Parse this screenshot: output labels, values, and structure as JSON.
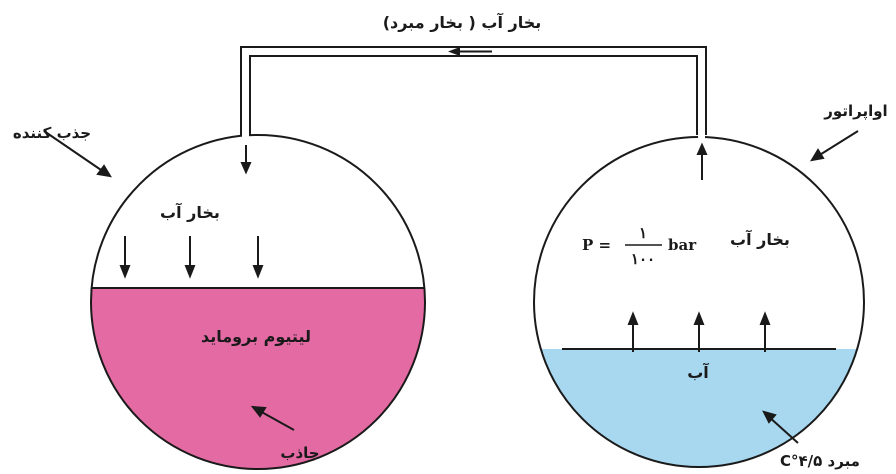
{
  "labels": {
    "top_pipe": "بخار آب ( بخار مبرد)",
    "absorber_title": "جذب کننده",
    "evaporator_title": "اواپراتور",
    "absorber_vapor": "بخار آب",
    "evaporator_vapor": "بخار آب",
    "absorber_liquid": "لیتیوم برومايد",
    "evaporator_liquid": "آب",
    "absorbent": "جاذب",
    "refrigerant": "مبرد ۴/۵°C"
  },
  "formula": {
    "lhs": "P =",
    "numerator": "۱",
    "denominator": "۱۰۰",
    "unit": "bar"
  },
  "colors": {
    "lithium_bromide_liquid": "#e36aa3",
    "water_liquid": "#a7d8ef",
    "outline": "#1a1a1a"
  }
}
